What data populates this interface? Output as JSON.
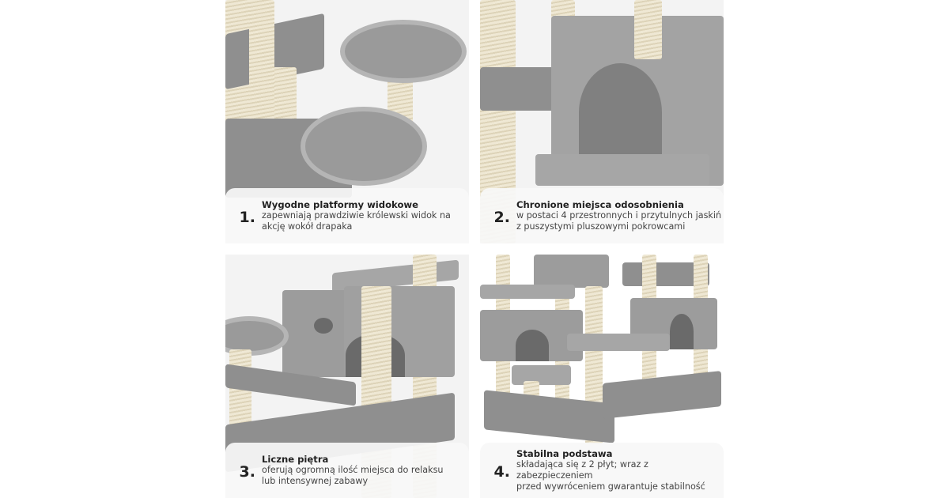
{
  "features": [
    {
      "number": "1.",
      "title": "Wygodne platformy widokowe",
      "line1": "zapewniają prawdziwie królewski widok na",
      "line2": "akcję wokół drapaka"
    },
    {
      "number": "2.",
      "title": "Chronione miejsca odosobnienia",
      "line1": "w postaci 4 przestronnych i przytulnych jaskiń",
      "line2": "z puszystymi pluszowymi pokrowcami"
    },
    {
      "number": "3.",
      "title": "Liczne piętra",
      "line1": "oferują ogromną ilość miejsca do relaksu",
      "line2": "lub intensywnej zabawy"
    },
    {
      "number": "4.",
      "title": "Stabilna podstawa",
      "line1": "składająca się z 2 płyt; wraz z zabezpieczeniem",
      "line2": "przed wywróceniem gwarantuje stabilność"
    }
  ],
  "colors": {
    "plush": "#9a9a9a",
    "sisal": "#e8e0c8",
    "caption_bg": "#f8f8f8"
  }
}
